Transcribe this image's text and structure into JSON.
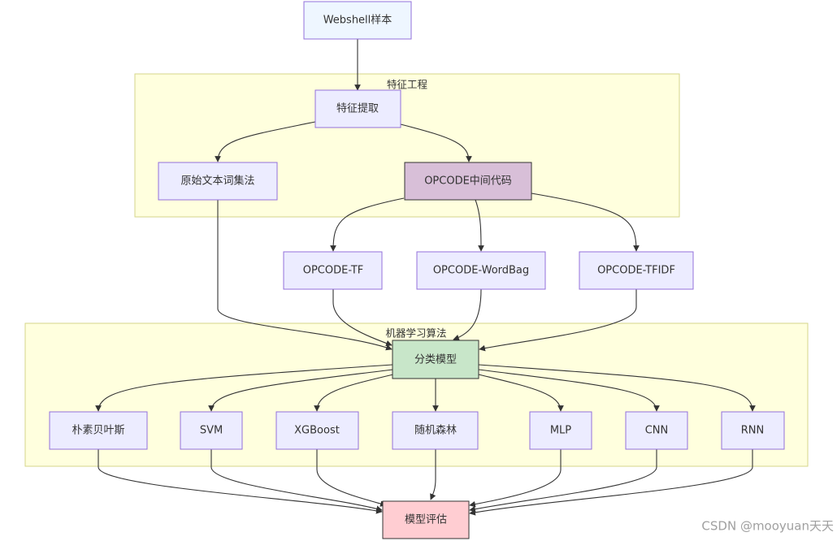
{
  "clusters": {
    "feature_engineering": "特征工程",
    "ml_algorithms": "机器学习算法"
  },
  "nodes": {
    "sample": "Webshell样本",
    "feature_extract": "特征提取",
    "raw_text": "原始文本词集法",
    "opcode": "OPCODE中间代码",
    "opcode_tf": "OPCODE-TF",
    "opcode_wordbag": "OPCODE-WordBag",
    "opcode_tfidf": "OPCODE-TFIDF",
    "classifier": "分类模型",
    "naive_bayes": "朴素贝叶斯",
    "svm": "SVM",
    "xgboost": "XGBoost",
    "random_forest": "随机森林",
    "mlp": "MLP",
    "cnn": "CNN",
    "rnn": "RNN",
    "evaluation": "模型评估"
  },
  "watermark": "CSDN @mooyuan天天",
  "colors": {
    "default_node_fill": "#ececff",
    "sample_fill": "#eef6ff",
    "opcode_fill": "#d8bfd8",
    "classifier_fill": "#c8e6c9",
    "evaluation_fill": "#ffcdd2",
    "cluster_fill": "#ffffde"
  }
}
